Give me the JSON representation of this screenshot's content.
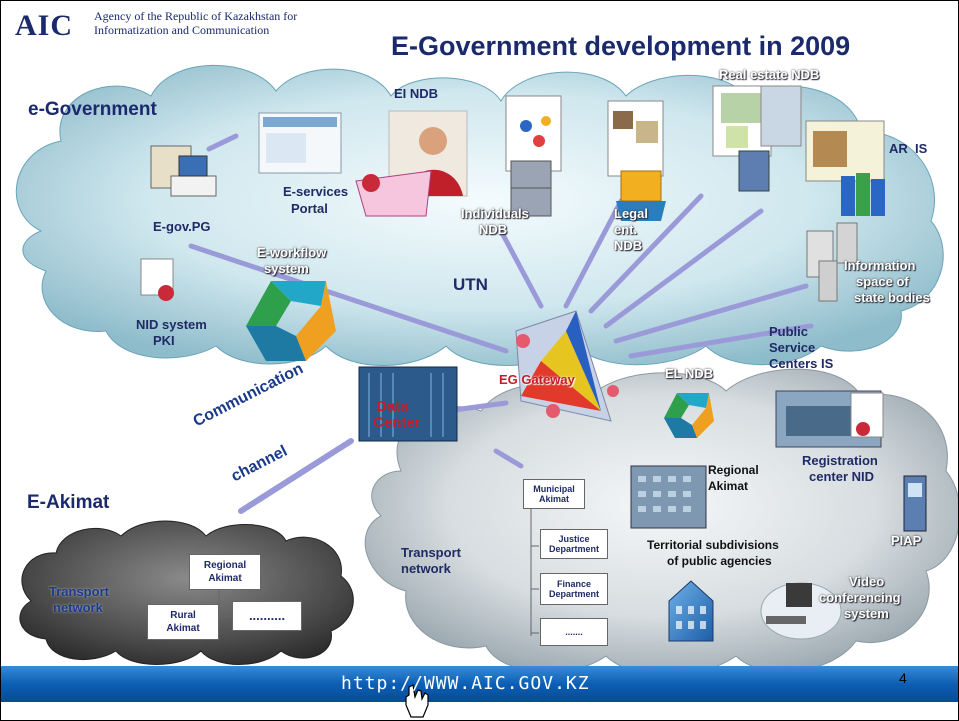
{
  "header": {
    "logo": "AIC",
    "agency_line1": "Agency of the Republic of Kazakhstan for",
    "agency_line2": "Informatization and Communication",
    "title": "E-Government development in 2009"
  },
  "regions": {
    "egov": "e-Government",
    "eakimat": "E-Akimat"
  },
  "nodes": {
    "egov_pg": "E-gov.PG",
    "eservices_1": "E-services",
    "eservices_2": "Portal",
    "ei_ndb": "EI NDB",
    "individuals_1": "Individuals",
    "individuals_2": "NDB",
    "legal_1": "Legal",
    "legal_2": "ent.",
    "legal_3": "NDB",
    "realestate": "Real estate NDB",
    "ar_is": "AR  IS",
    "info_1": "Information",
    "info_2": "space of",
    "info_3": "state bodies",
    "eworkflow_1": "E-workflow",
    "eworkflow_2": "system",
    "utn": "UTN",
    "nid_1": "NID system",
    "nid_2": "PKI",
    "psc_1": "Public",
    "psc_2": "Service",
    "psc_3": "Centers IS",
    "eg_gateway": "EG Gateway",
    "el_ndb": "EL NDB",
    "data_center_1": "Data",
    "data_center_2": "Center",
    "comm_1": "Communication",
    "comm_2": "channel",
    "regional_akimat_1": "Regional",
    "regional_akimat_2": "Akimat",
    "registration_1": "Registration",
    "registration_2": "center NID",
    "territorial_1": "Territorial subdivisions",
    "territorial_2": "of public agencies",
    "piap": "PIAP",
    "transport_1": "Transport",
    "transport_2": "network",
    "video_1": "Video",
    "video_2": "conferencing",
    "video_3": "system",
    "left_transport_1": "Transport",
    "left_transport_2": "network"
  },
  "boxes": {
    "municipal_1": "Municipal",
    "municipal_2": "Akimat",
    "justice_1": "Justice",
    "justice_2": "Department",
    "finance_1": "Finance",
    "finance_2": "Department",
    "dots_small": ".......",
    "regional_1": "Regional",
    "regional_2": "Akimat",
    "rural_1": "Rural",
    "rural_2": "Akimat",
    "dots_large": ".........."
  },
  "footer": {
    "url": "http://WWW.AIC.GOV.KZ",
    "page": "4"
  }
}
